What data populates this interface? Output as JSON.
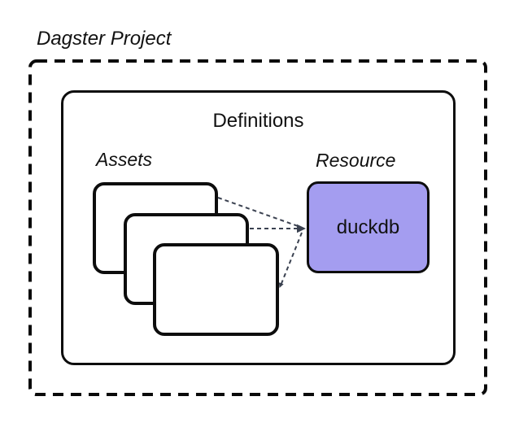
{
  "diagram": {
    "title": "Dagster Project",
    "definitions": {
      "label": "Definitions"
    },
    "assets": {
      "label": "Assets",
      "card_count": 3
    },
    "resource": {
      "label": "Resource",
      "box_label": "duckdb"
    },
    "connectors": [
      {
        "from": "asset-card-1",
        "to": "resource-box-duckdb",
        "style": "dashed"
      },
      {
        "from": "asset-card-2",
        "to": "resource-box-duckdb",
        "style": "dashed"
      },
      {
        "from": "asset-card-3",
        "to": "resource-box-duckdb",
        "style": "dashed"
      }
    ],
    "colors": {
      "resource_fill": "#a49df0",
      "outline": "#0d0d0d",
      "connector": "#3a4150",
      "background": "#ffffff"
    }
  }
}
